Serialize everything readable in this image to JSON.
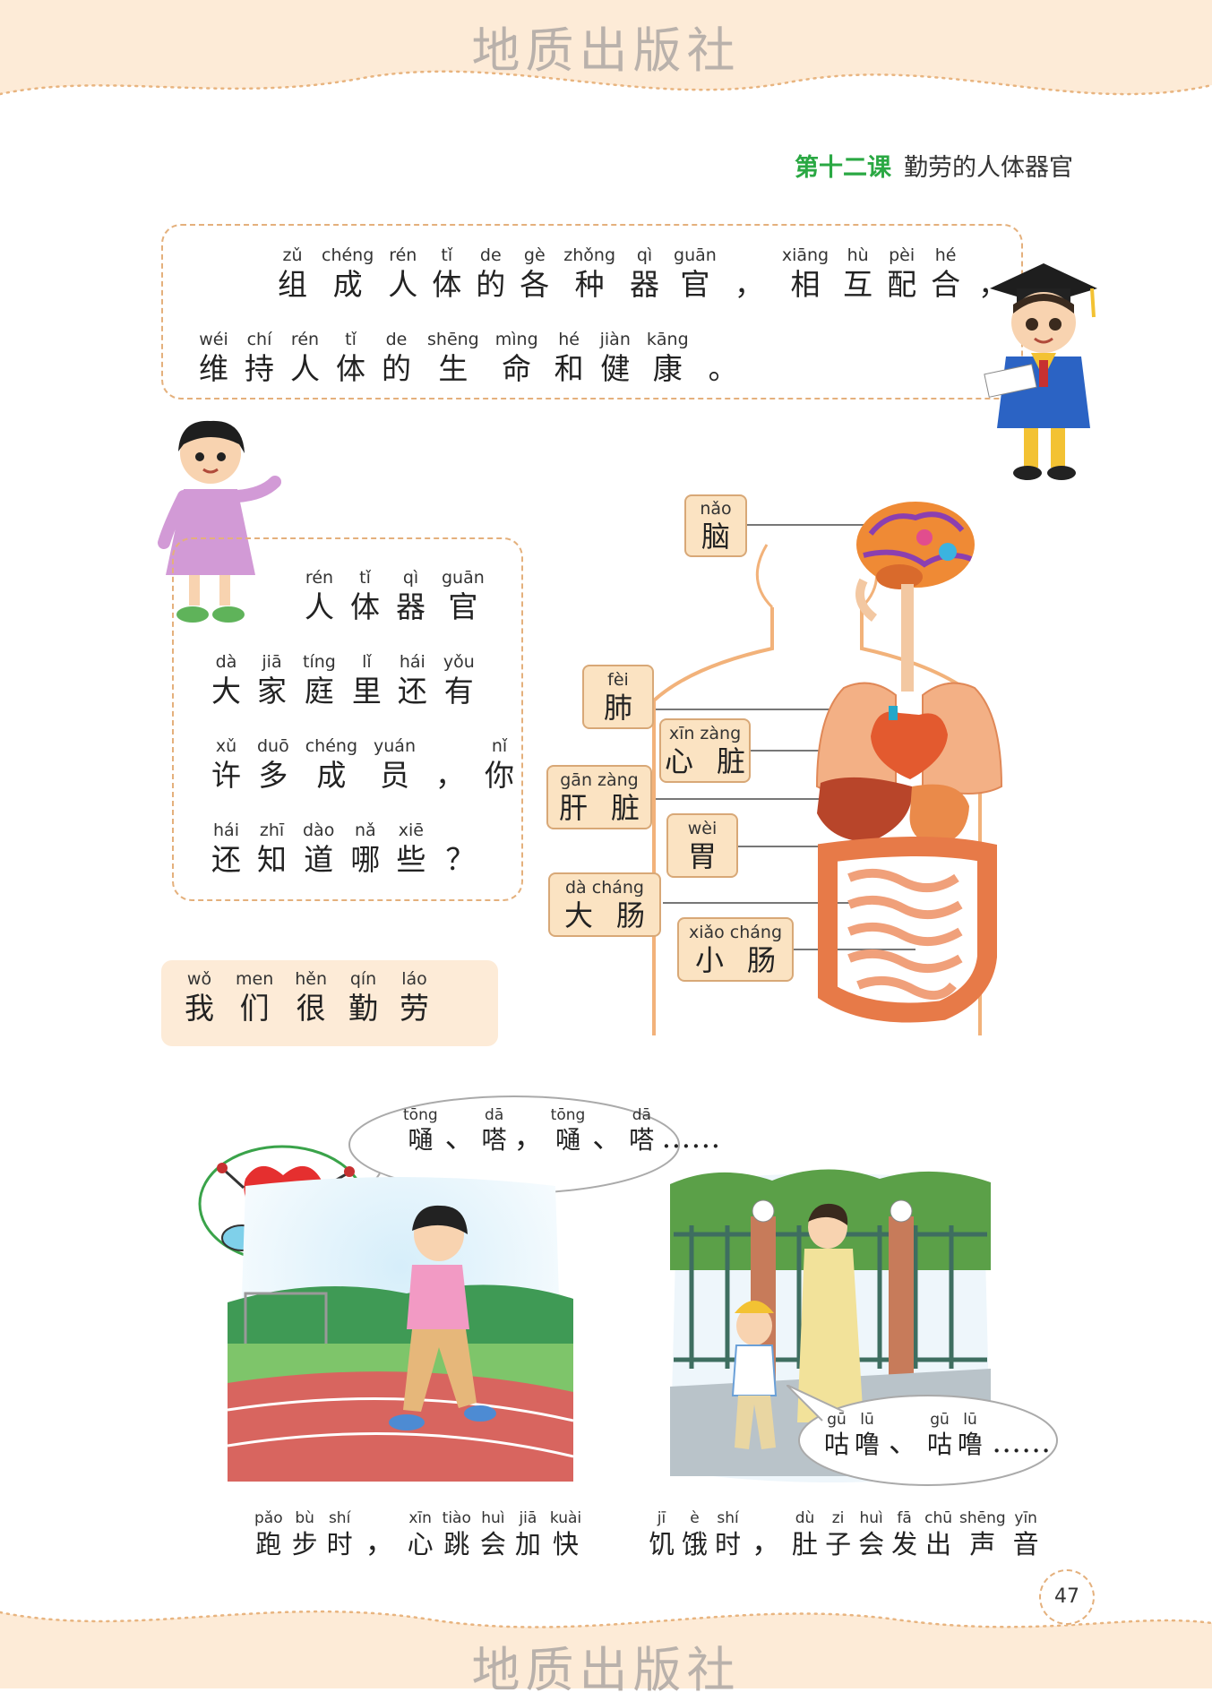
{
  "publisher": "地质出版社",
  "lesson": {
    "number": "第十二课",
    "title": "勤劳的人体器官"
  },
  "intro": {
    "line1": [
      {
        "py": "zǔ",
        "hz": "组"
      },
      {
        "py": "chéng",
        "hz": "成"
      },
      {
        "py": "rén",
        "hz": "人"
      },
      {
        "py": "tǐ",
        "hz": "体"
      },
      {
        "py": "de",
        "hz": "的"
      },
      {
        "py": "gè",
        "hz": "各"
      },
      {
        "py": "zhǒng",
        "hz": "种"
      },
      {
        "py": "qì",
        "hz": "器"
      },
      {
        "py": "guān",
        "hz": "官"
      },
      {
        "py": "",
        "hz": "，"
      },
      {
        "py": "xiāng",
        "hz": "相"
      },
      {
        "py": "hù",
        "hz": "互"
      },
      {
        "py": "pèi",
        "hz": "配"
      },
      {
        "py": "hé",
        "hz": "合"
      },
      {
        "py": "",
        "hz": "，"
      }
    ],
    "line2": [
      {
        "py": "wéi",
        "hz": "维"
      },
      {
        "py": "chí",
        "hz": "持"
      },
      {
        "py": "rén",
        "hz": "人"
      },
      {
        "py": "tǐ",
        "hz": "体"
      },
      {
        "py": "de",
        "hz": "的"
      },
      {
        "py": "shēng",
        "hz": "生"
      },
      {
        "py": "mìng",
        "hz": "命"
      },
      {
        "py": "hé",
        "hz": "和"
      },
      {
        "py": "jiàn",
        "hz": "健"
      },
      {
        "py": "kāng",
        "hz": "康"
      },
      {
        "py": "",
        "hz": "。"
      }
    ]
  },
  "question": {
    "title": [
      {
        "py": "rén",
        "hz": "人"
      },
      {
        "py": "tǐ",
        "hz": "体"
      },
      {
        "py": "qì",
        "hz": "器"
      },
      {
        "py": "guān",
        "hz": "官"
      }
    ],
    "row1": [
      {
        "py": "dà",
        "hz": "大"
      },
      {
        "py": "jiā",
        "hz": "家"
      },
      {
        "py": "tíng",
        "hz": "庭"
      },
      {
        "py": "lǐ",
        "hz": "里"
      },
      {
        "py": "hái",
        "hz": "还"
      },
      {
        "py": "yǒu",
        "hz": "有"
      }
    ],
    "row2": [
      {
        "py": "xǔ",
        "hz": "许"
      },
      {
        "py": "duō",
        "hz": "多"
      },
      {
        "py": "chéng",
        "hz": "成"
      },
      {
        "py": "yuán",
        "hz": "员"
      },
      {
        "py": "",
        "hz": "，"
      },
      {
        "py": "nǐ",
        "hz": "你"
      }
    ],
    "row3": [
      {
        "py": "hái",
        "hz": "还"
      },
      {
        "py": "zhī",
        "hz": "知"
      },
      {
        "py": "dào",
        "hz": "道"
      },
      {
        "py": "nǎ",
        "hz": "哪"
      },
      {
        "py": "xiē",
        "hz": "些"
      },
      {
        "py": "",
        "hz": "？"
      }
    ]
  },
  "organs": {
    "brain": {
      "py": "nǎo",
      "hz": "脑"
    },
    "lung": {
      "py": "fèi",
      "hz": "肺"
    },
    "heart": {
      "py": "xīn zàng",
      "hz": "心脏"
    },
    "liver": {
      "py": "gān zàng",
      "hz": "肝脏"
    },
    "stomach": {
      "py": "wèi",
      "hz": "胃"
    },
    "large_intestine": {
      "py": "dà cháng",
      "hz": "大肠"
    },
    "small_intestine": {
      "py": "xiǎo cháng",
      "hz": "小肠"
    }
  },
  "subheading": [
    {
      "py": "wǒ",
      "hz": "我"
    },
    {
      "py": "men",
      "hz": "们"
    },
    {
      "py": "hěn",
      "hz": "很"
    },
    {
      "py": "qín",
      "hz": "勤"
    },
    {
      "py": "láo",
      "hz": "劳"
    }
  ],
  "heart_bubble": [
    {
      "py": "tōng",
      "hz": "嗵"
    },
    {
      "py": "",
      "hz": "、"
    },
    {
      "py": "dā",
      "hz": "嗒"
    },
    {
      "py": "",
      "hz": "，"
    },
    {
      "py": "tōng",
      "hz": "嗵"
    },
    {
      "py": "",
      "hz": "、"
    },
    {
      "py": "dā",
      "hz": "嗒"
    },
    {
      "py": "",
      "hz": "……"
    }
  ],
  "stomach_bubble": [
    {
      "py": "gū",
      "hz": "咕"
    },
    {
      "py": "lū",
      "hz": "噜"
    },
    {
      "py": "",
      "hz": "、"
    },
    {
      "py": "gū",
      "hz": "咕"
    },
    {
      "py": "lū",
      "hz": "噜"
    },
    {
      "py": "",
      "hz": "……"
    }
  ],
  "caption_left": [
    {
      "py": "pǎo",
      "hz": "跑"
    },
    {
      "py": "bù",
      "hz": "步"
    },
    {
      "py": "shí",
      "hz": "时"
    },
    {
      "py": "",
      "hz": "，"
    },
    {
      "py": "xīn",
      "hz": "心"
    },
    {
      "py": "tiào",
      "hz": "跳"
    },
    {
      "py": "huì",
      "hz": "会"
    },
    {
      "py": "jiā",
      "hz": "加"
    },
    {
      "py": "kuài",
      "hz": "快"
    }
  ],
  "caption_right": [
    {
      "py": "jī",
      "hz": "饥"
    },
    {
      "py": "è",
      "hz": "饿"
    },
    {
      "py": "shí",
      "hz": "时"
    },
    {
      "py": "",
      "hz": "，"
    },
    {
      "py": "dù",
      "hz": "肚"
    },
    {
      "py": "zi",
      "hz": "子"
    },
    {
      "py": "huì",
      "hz": "会"
    },
    {
      "py": "fā",
      "hz": "发"
    },
    {
      "py": "chū",
      "hz": "出"
    },
    {
      "py": "shēng",
      "hz": "声"
    },
    {
      "py": "yīn",
      "hz": "音"
    }
  ],
  "page_number": "47",
  "colors": {
    "accent_green": "#2aa843",
    "orange": "#ee8a24",
    "dash": "#e4b07c",
    "label_bg": "#fbe3c2"
  }
}
